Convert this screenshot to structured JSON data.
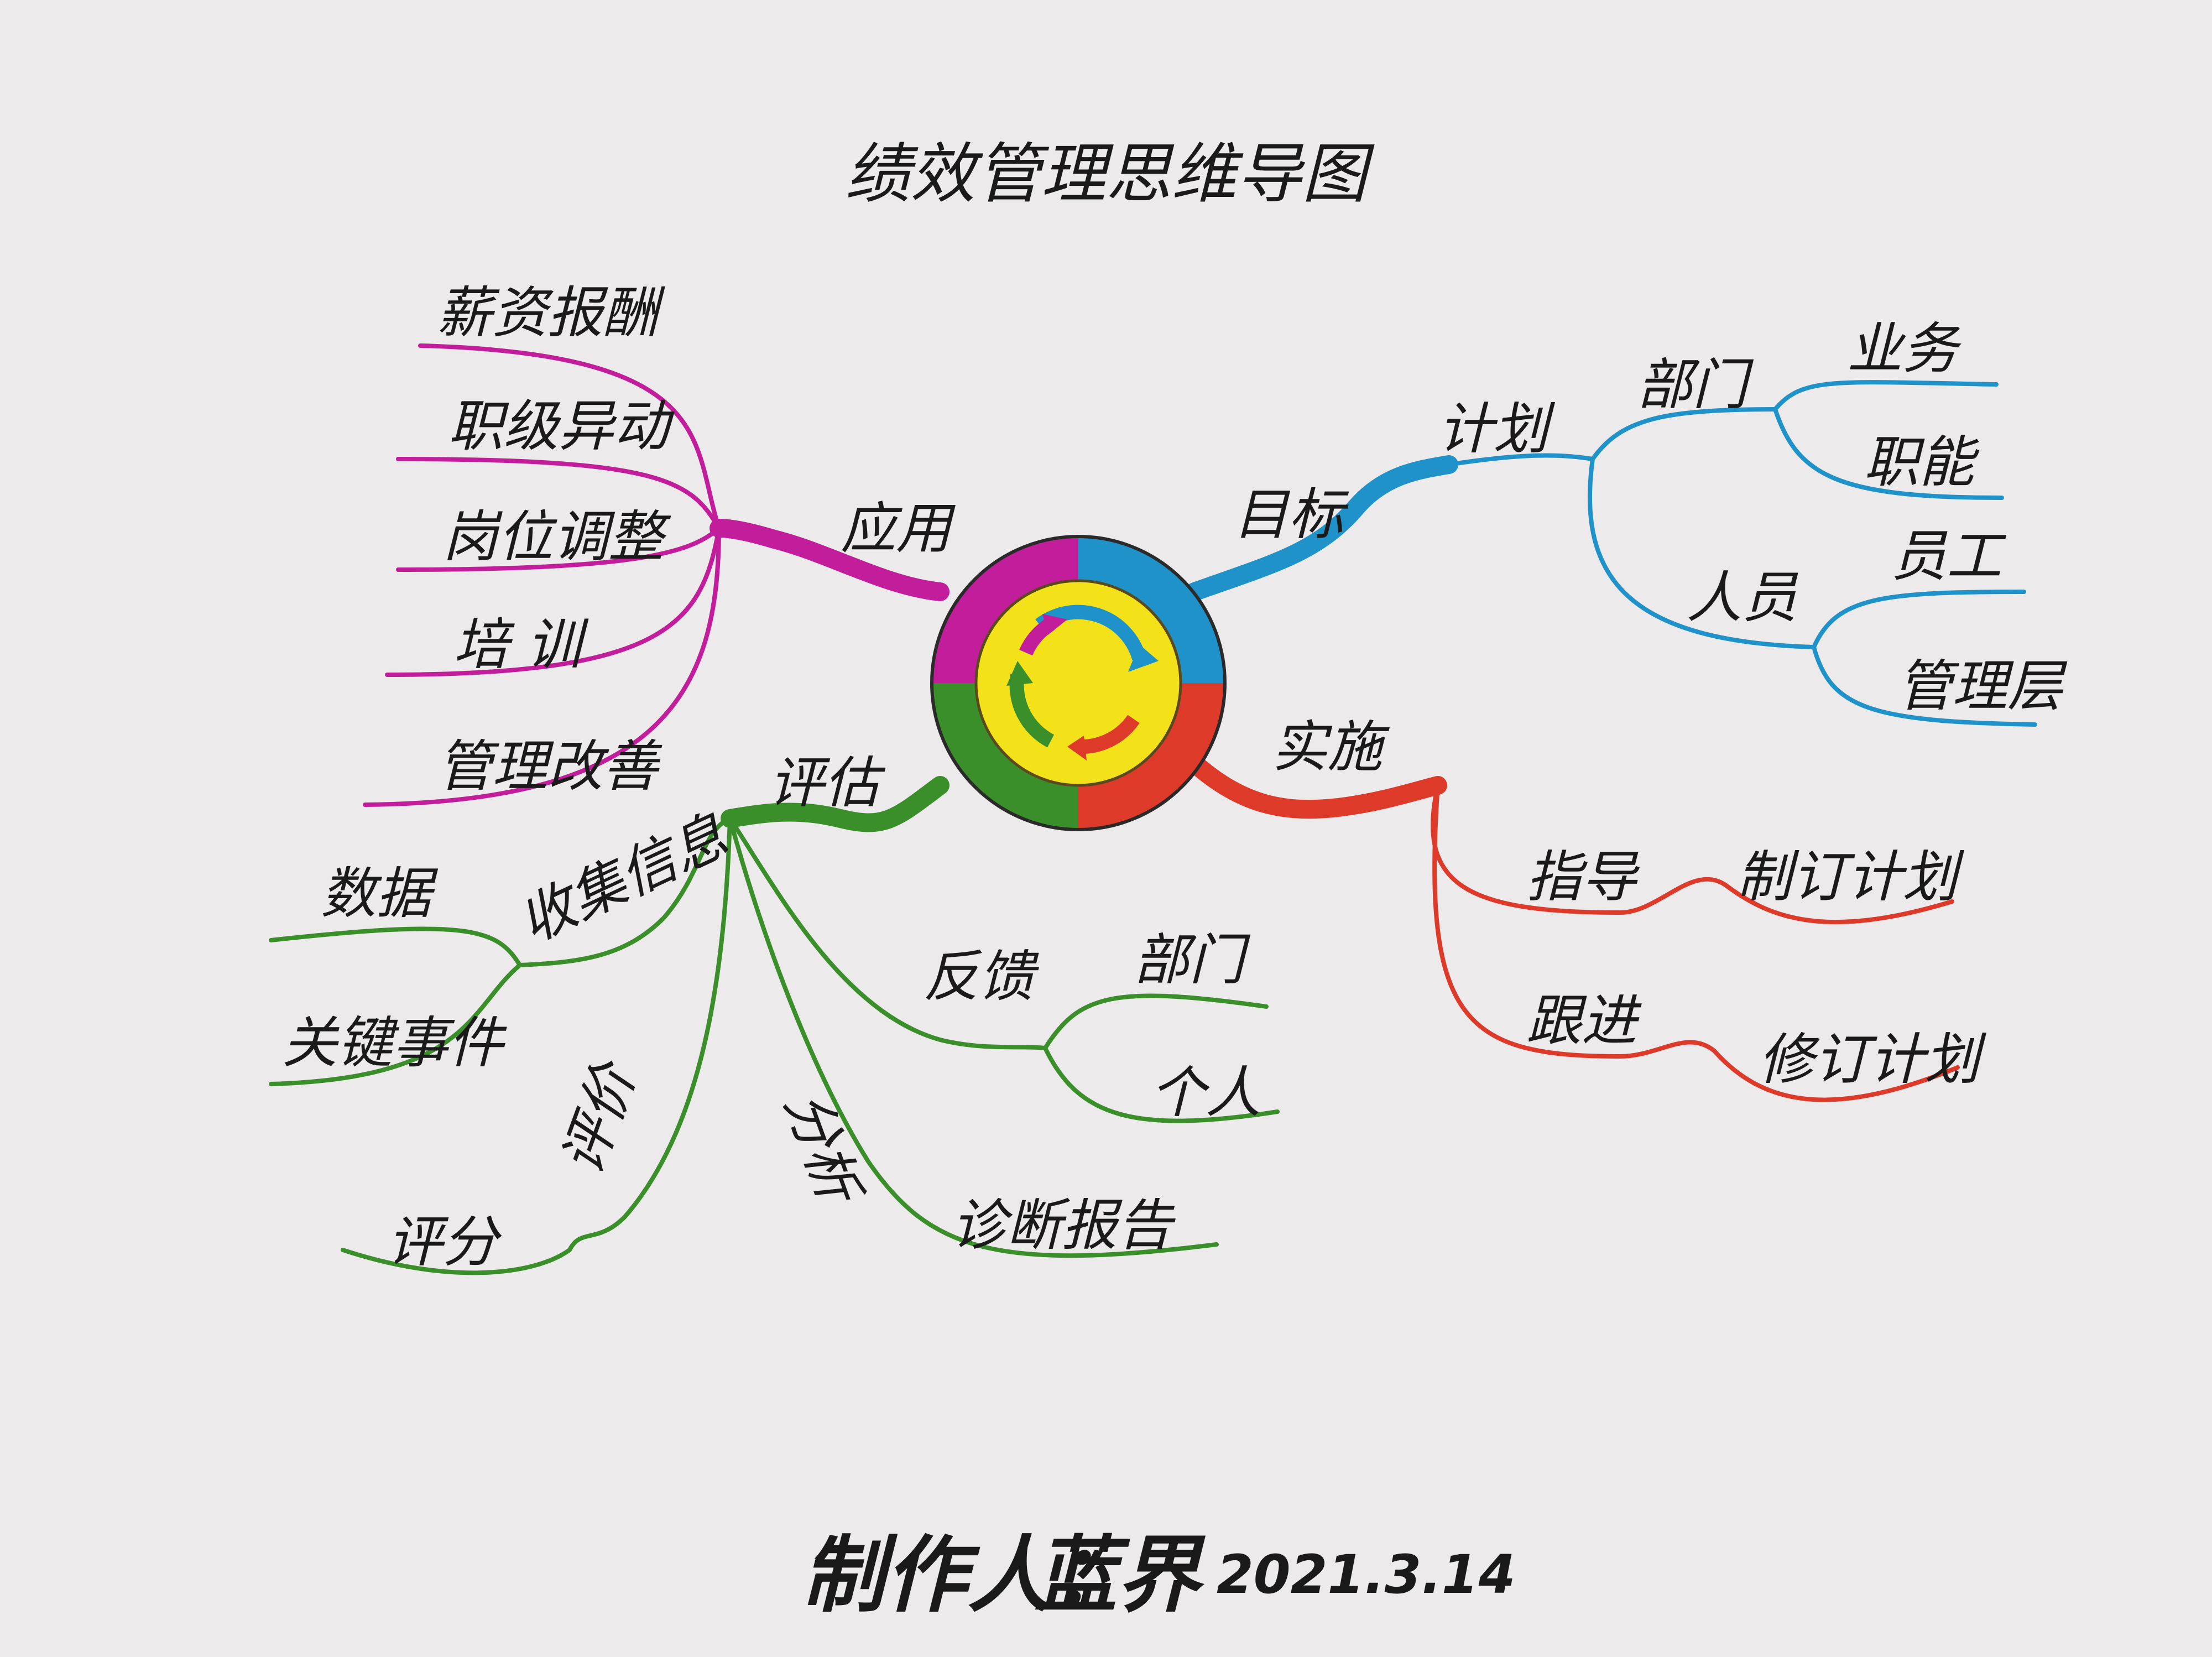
{
  "title": "绩效管理思维导图",
  "colors": {
    "application": "#c21d9b",
    "goal": "#1f93c9",
    "implement": "#de3a2a",
    "evaluate": "#3b8f2a",
    "center_yellow": "#f3e21a",
    "paper": "#eceaea"
  },
  "center": {
    "icon": "cycle-arrows-icon"
  },
  "application": {
    "label": "应用",
    "items": [
      "薪资报酬",
      "职级异动",
      "岗位调整",
      "培 训",
      "管理改善"
    ]
  },
  "goal": {
    "label": "目标",
    "plan": "计划",
    "department": {
      "label": "部门",
      "items": [
        "业务",
        "职能"
      ]
    },
    "personnel": {
      "label": "人员",
      "items": [
        "员工",
        "管理层"
      ]
    }
  },
  "implement": {
    "label": "实施",
    "guide": {
      "label": "指导",
      "item": "制订计划"
    },
    "follow": {
      "label": "跟进",
      "item": "修订计划"
    }
  },
  "evaluate": {
    "label": "评估",
    "collect": {
      "label": "收集信息",
      "items": [
        "数据",
        "关键事件"
      ]
    },
    "feedback": {
      "label": "反馈",
      "items": [
        "部门",
        "个人"
      ]
    },
    "analysis": {
      "label": "分析",
      "item": "诊断报告"
    },
    "assess": {
      "label": "评价",
      "item": "评分"
    }
  },
  "footer": {
    "author_label": "制作人：",
    "author": "蓝界",
    "date": "2021.3.14"
  }
}
